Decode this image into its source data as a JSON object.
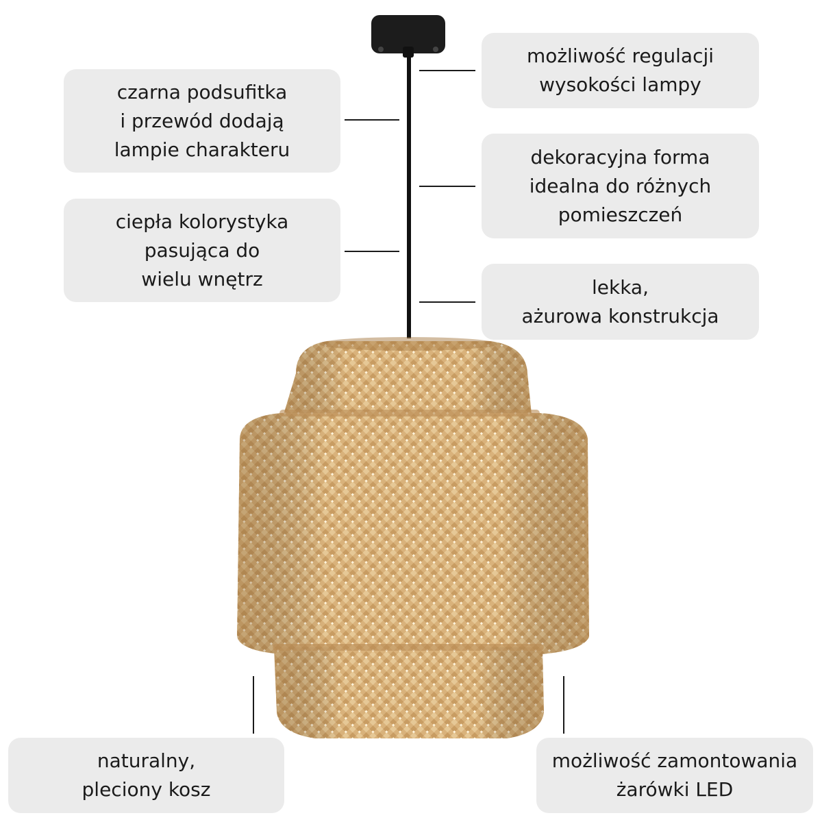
{
  "callouts": {
    "canopy": {
      "lines": [
        "czarna podsufitka",
        "i przewód dodają",
        "lampie charakteru"
      ]
    },
    "height": {
      "lines": [
        "możliwość regulacji",
        "wysokości lampy"
      ]
    },
    "warm": {
      "lines": [
        "ciepła kolorystyka",
        "pasująca do",
        "wielu wnętrz"
      ]
    },
    "form": {
      "lines": [
        "dekoracyjna forma",
        "idealna do różnych",
        "pomieszczeń"
      ]
    },
    "light": {
      "lines": [
        "lekka,",
        "ażurowa konstrukcja"
      ]
    },
    "basket": {
      "lines": [
        "naturalny,",
        "pleciony kosz"
      ]
    },
    "led": {
      "lines": [
        "możliwość zamontowania",
        "żarówki LED"
      ]
    }
  },
  "icons": {
    "lamp": "woven-bamboo-pendant-lamp-icon",
    "canopy": "ceiling-canopy-icon"
  },
  "colors": {
    "callout_bg": "#ebebeb",
    "text": "#1a1a1a",
    "rattan": "#d2aa73",
    "rattan_dark": "#b48850",
    "rattan_light": "#ecd3a6"
  }
}
